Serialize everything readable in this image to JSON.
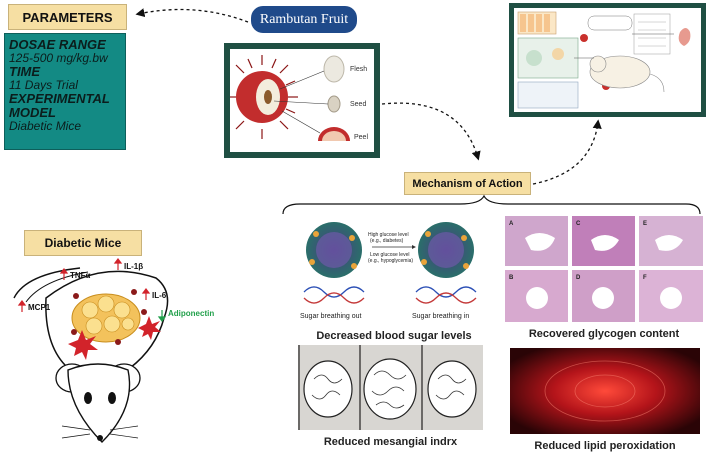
{
  "parameters": {
    "title": "PARAMETERS",
    "dose_heading": "DOSAE RANGE",
    "dose_value": "125-500 mg/kg.bw",
    "time_heading": "TIME",
    "time_value": "11 Days Trial",
    "model_heading_1": "EXPERIMENTAL",
    "model_heading_2": "MODEL",
    "model_value": "Diabetic Mice"
  },
  "fruit": {
    "title": "Rambutan Fruit",
    "parts": [
      "Flesh",
      "Seed",
      "Peel"
    ]
  },
  "mechanism": {
    "title": "Mechanism of Action"
  },
  "mice": {
    "title": "Diabetic Mice",
    "markers": [
      "TNFα",
      "IL-1β",
      "IL-6",
      "MCP1",
      "Adiponectin"
    ]
  },
  "effects": {
    "blood_sugar": "Decreased blood sugar levels",
    "glycogen": "Recovered glycogen content",
    "mesangial": "Reduced mesangial indrx",
    "lipid": "Reduced lipid peroxidation"
  },
  "sugar_panel": {
    "high_label_1": "High glucose level",
    "high_label_2": "(e.g., diabetes)",
    "low_label_1": "Low glucose level",
    "low_label_2": "(e.g., hypoglycemia)",
    "out_label": "Sugar breathing out",
    "in_label": "Sugar breathing in"
  },
  "histology_letters": [
    "A",
    "C",
    "E",
    "B",
    "D",
    "F"
  ],
  "colors": {
    "label_bg": "#f6dfa3",
    "teal": "#138a84",
    "pill": "#1f4a8a",
    "frame": "#1f4f43",
    "arrow_up": "#d2232a",
    "arrow_down": "#22a04b"
  }
}
